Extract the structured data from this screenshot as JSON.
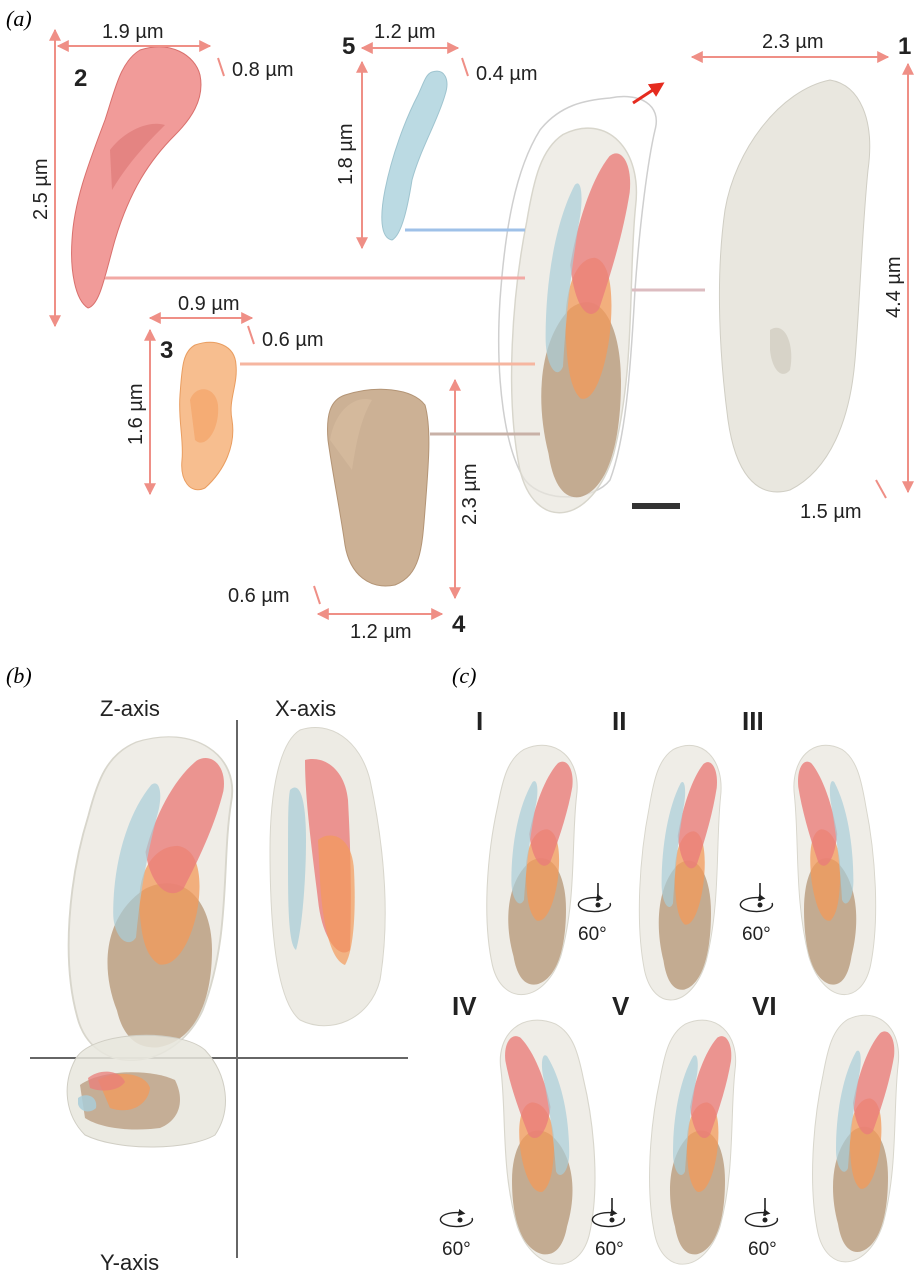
{
  "panels": {
    "a": "(a)",
    "b": "(b)",
    "c": "(c)"
  },
  "panel_a": {
    "organelles": [
      {
        "number": "1",
        "width": "2.3 µm",
        "height": "4.4 µm",
        "depth": "1.5 µm",
        "color": "#e8e6dd"
      },
      {
        "number": "2",
        "width": "1.9 µm",
        "height": "2.5 µm",
        "depth": "0.8 µm",
        "color": "#ee8a87"
      },
      {
        "number": "3",
        "width": "0.9 µm",
        "height": "1.6 µm",
        "depth": "0.6 µm",
        "color": "#f6b37b"
      },
      {
        "number": "4",
        "width": "1.2 µm",
        "height": "2.3 µm",
        "depth": "0.6 µm",
        "color": "#c7a98a"
      },
      {
        "number": "5",
        "width": "1.2 µm",
        "height": "1.8 µm",
        "depth": "0.4 µm",
        "color": "#b4d6e0"
      }
    ],
    "arrow_color": "#e52b1f",
    "dimension_color": "#ef8f86"
  },
  "panel_b": {
    "z_axis": "Z-axis",
    "x_axis": "X-axis",
    "y_axis": "Y-axis"
  },
  "panel_c": {
    "views": [
      "I",
      "II",
      "III",
      "IV",
      "V",
      "VI"
    ],
    "rotation": "60°"
  }
}
